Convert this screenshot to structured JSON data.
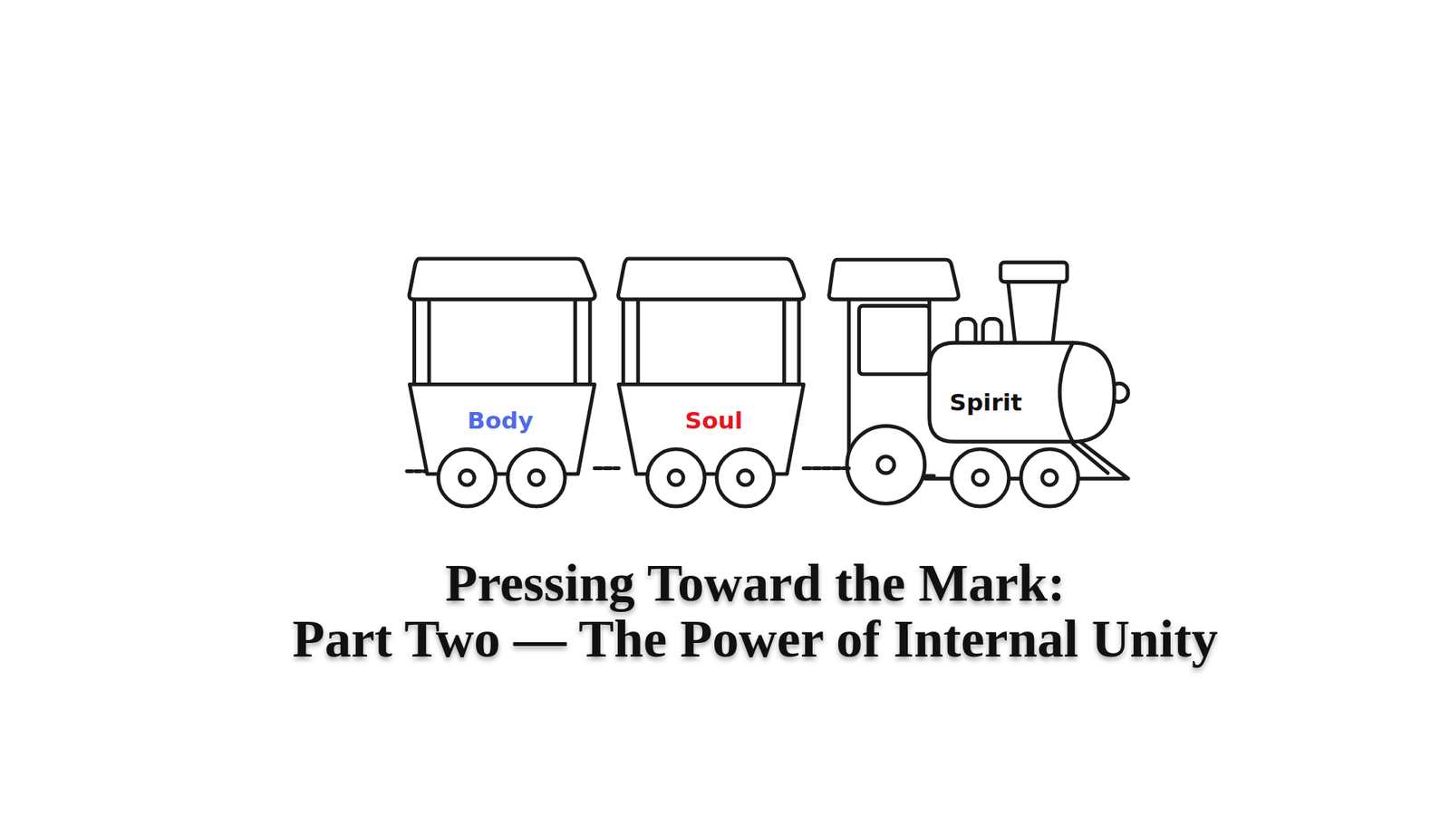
{
  "diagram": {
    "title": "Pressing Toward the Mark: Part Two — The Power of Internal Unity",
    "nodes": [
      {
        "text": [
          "Body"
        ]
      },
      {
        "text": [
          "Soul"
        ]
      },
      {
        "text": [
          "Spirit"
        ]
      }
    ],
    "edges": [
      {
        "from": 0,
        "to": 1,
        "arrow": "none"
      },
      {
        "from": 1,
        "to": 2,
        "arrow": "none"
      }
    ]
  }
}
